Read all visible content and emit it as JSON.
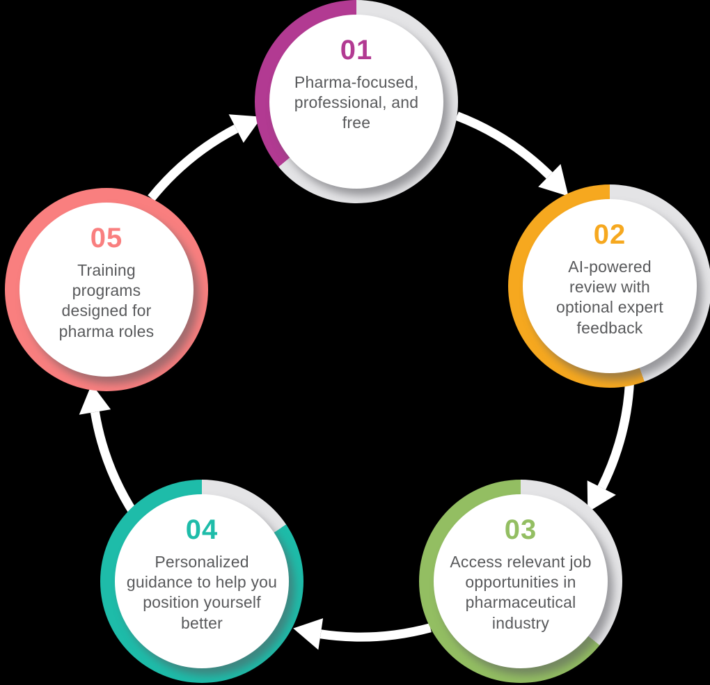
{
  "diagram": {
    "type": "circular-process-cycle",
    "background_color": "#000000",
    "track_color": "#E4E4E6",
    "text_color": "#58595B",
    "arrow_color": "#FFFFFF",
    "flow_direction": "clockwise",
    "steps": [
      {
        "number": "01",
        "text": "Pharma-focused, professional, and free",
        "color": "#B23A92",
        "ring_colored_from_deg": 230
      },
      {
        "number": "02",
        "text": "AI-powered review with optional expert feedback",
        "color": "#F6A81F",
        "ring_colored_from_deg": 160
      },
      {
        "number": "03",
        "text": "Access relevant job opportunities in pharmaceutical industry",
        "color": "#93BE62",
        "ring_colored_from_deg": 129
      },
      {
        "number": "04",
        "text": "Personalized guidance to help you position yourself better",
        "color": "#1EBCA9",
        "ring_colored_from_deg": 56
      },
      {
        "number": "05",
        "text": "Training programs designed for pharma roles",
        "color": "#F97F7F",
        "ring_colored_from_deg": 0
      }
    ],
    "arrows": [
      {
        "from": "01",
        "to": "02"
      },
      {
        "from": "02",
        "to": "03"
      },
      {
        "from": "03",
        "to": "04"
      },
      {
        "from": "04",
        "to": "05"
      },
      {
        "from": "05",
        "to": "01"
      }
    ]
  }
}
